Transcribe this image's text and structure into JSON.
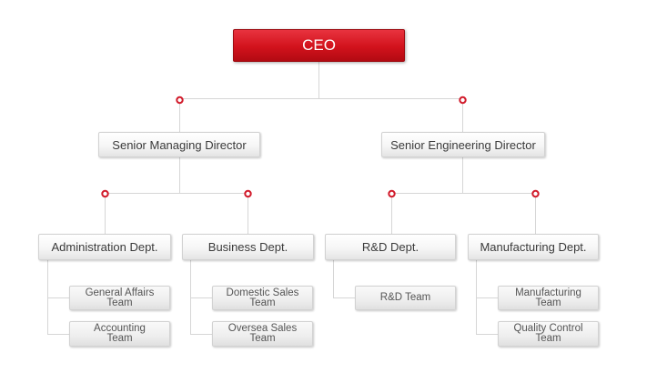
{
  "colors": {
    "accent": "#c8101a",
    "line": "#d6d6d6",
    "marker": "#d11a2a"
  },
  "ceo": {
    "label": "CEO"
  },
  "directors": [
    {
      "label": "Senior Managing Director"
    },
    {
      "label": "Senior Engineering Director"
    }
  ],
  "departments": [
    {
      "label": "Administration Dept."
    },
    {
      "label": "Business Dept."
    },
    {
      "label": "R&D Dept."
    },
    {
      "label": "Manufacturing Dept."
    }
  ],
  "teams": [
    {
      "line1": "General Affairs",
      "line2": "Team"
    },
    {
      "line1": "Accounting",
      "line2": "Team"
    },
    {
      "line1": "Domestic Sales",
      "line2": "Team"
    },
    {
      "line1": "Oversea Sales",
      "line2": "Team"
    },
    {
      "line1": "R&D Team",
      "line2": ""
    },
    {
      "line1": "Manufacturing",
      "line2": "Team"
    },
    {
      "line1": "Quality Control",
      "line2": "Team"
    }
  ]
}
